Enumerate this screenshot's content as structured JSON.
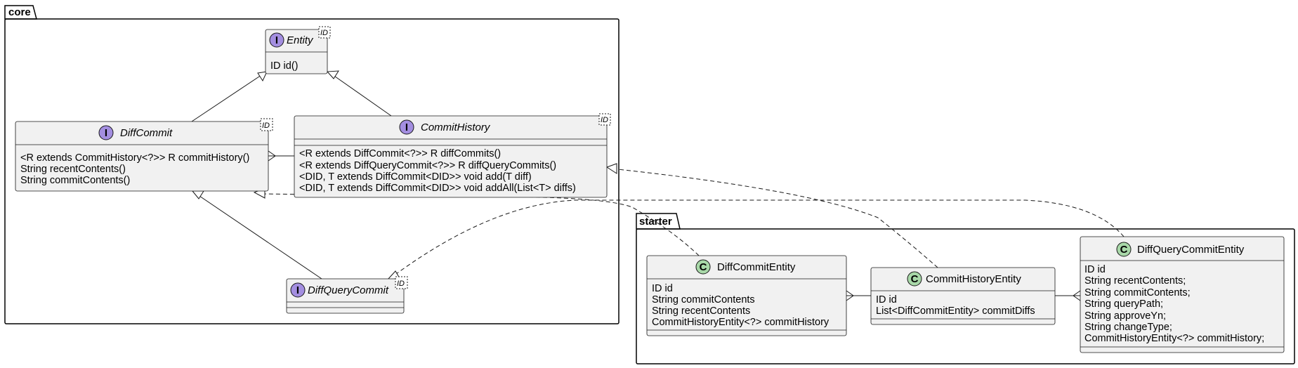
{
  "packages": {
    "core": {
      "label": "core"
    },
    "starter": {
      "label": "starter"
    }
  },
  "classes": {
    "entity": {
      "kind": "I",
      "name": "Entity",
      "generic": "ID",
      "members": [
        "ID id()"
      ]
    },
    "diff_commit": {
      "kind": "I",
      "name": "DiffCommit",
      "generic": "ID",
      "members": [
        "<R extends CommitHistory<?>> R commitHistory()",
        "String recentContents()",
        "String commitContents()"
      ]
    },
    "commit_history": {
      "kind": "I",
      "name": "CommitHistory",
      "generic": "ID",
      "members": [
        "<R extends DiffCommit<?>> R diffCommits()",
        "<R extends DiffQueryCommit<?>> R diffQueryCommits()",
        "<DID, T extends DiffCommit<DID>> void add(T diff)",
        "<DID, T extends DiffCommit<DID>> void addAll(List<T> diffs)"
      ]
    },
    "diff_query_commit": {
      "kind": "I",
      "name": "DiffQueryCommit",
      "generic": "ID",
      "members": []
    },
    "diff_commit_entity": {
      "kind": "C",
      "name": "DiffCommitEntity",
      "members": [
        "ID id",
        "String commitContents",
        "String recentContents",
        "CommitHistoryEntity<?> commitHistory"
      ]
    },
    "commit_history_entity": {
      "kind": "C",
      "name": "CommitHistoryEntity",
      "members": [
        "ID id",
        "List<DiffCommitEntity> commitDiffs"
      ]
    },
    "diff_query_commit_entity": {
      "kind": "C",
      "name": "DiffQueryCommitEntity",
      "members": [
        "ID id",
        "String recentContents;",
        "String commitContents;",
        "String queryPath;",
        "String approveYn;",
        "String changeType;",
        "CommitHistoryEntity<?> commitHistory;"
      ]
    }
  },
  "colors": {
    "interface_badge": "#a38ee0",
    "class_badge": "#a8d8a8",
    "class_fill": "#f1f1f1",
    "line": "#181818"
  }
}
